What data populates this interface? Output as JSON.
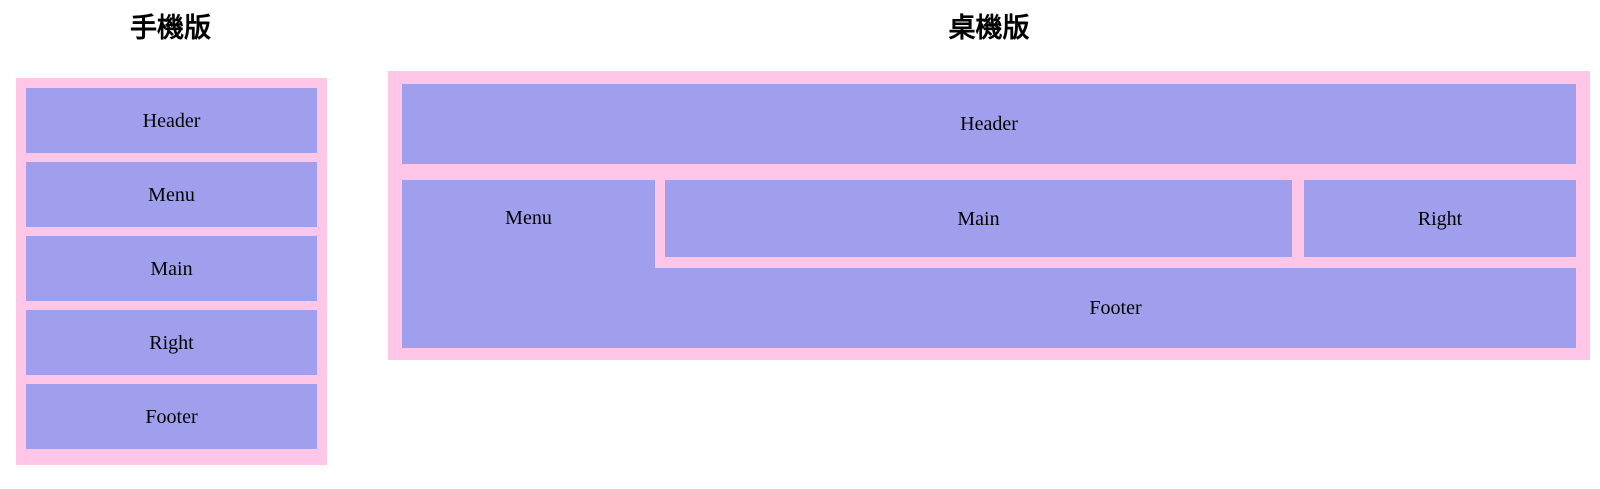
{
  "page": {
    "background_color": "#ffffff",
    "frame_color": "#ffc6e8",
    "block_color": "#9f9fee",
    "text_color": "#000000"
  },
  "mobile": {
    "title": "手機版",
    "blocks": [
      {
        "label": "Header"
      },
      {
        "label": "Menu"
      },
      {
        "label": "Main"
      },
      {
        "label": "Right"
      },
      {
        "label": "Footer"
      }
    ]
  },
  "desktop": {
    "title": "桌機版",
    "blocks": [
      {
        "label": "Header"
      },
      {
        "label": "Menu"
      },
      {
        "label": "Main"
      },
      {
        "label": "Right"
      },
      {
        "label": "Footer"
      }
    ]
  }
}
